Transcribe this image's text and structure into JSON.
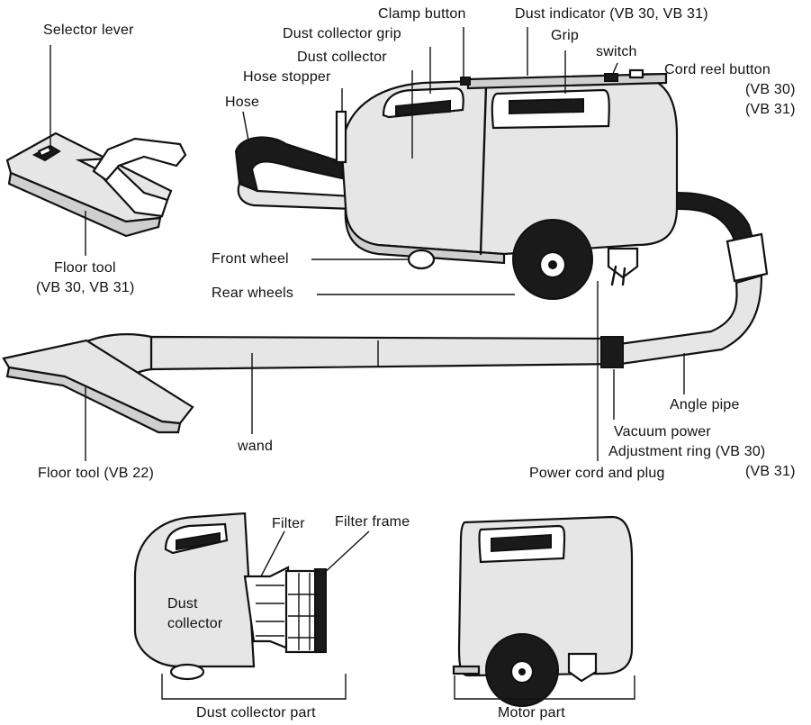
{
  "labels": {
    "selector_lever": "Selector lever",
    "clamp_button": "Clamp button",
    "dust_indicator": "Dust indicator  (VB 30, VB 31)",
    "dust_collector_grip": "Dust collector grip",
    "grip": "Grip",
    "switch": "switch",
    "dust_collector": "Dust collector",
    "cord_reel_button": "Cord reel button",
    "cord_reel_models_1": "(VB 30)",
    "cord_reel_models_2": "(VB 31)",
    "hose_stopper": "Hose stopper",
    "hose": "Hose",
    "front_wheel": "Front wheel",
    "rear_wheels": "Rear wheels",
    "floor_tool_top": "Floor tool",
    "floor_tool_top_models": "(VB 30, VB 31)",
    "angle_pipe": "Angle pipe",
    "wand": "wand",
    "vacuum_power": "Vacuum power",
    "adjustment_ring": "Adjustment ring (VB 30)",
    "adjustment_ring_models": "(VB 31)",
    "floor_tool_bottom": "Floor tool  (VB 22)",
    "power_cord": "Power cord and plug",
    "filter": "Filter",
    "filter_frame": "Filter frame",
    "dust_collector_lower": "Dust\ncollector",
    "dust_collector_part": "Dust collector part",
    "motor_part": "Motor part"
  }
}
